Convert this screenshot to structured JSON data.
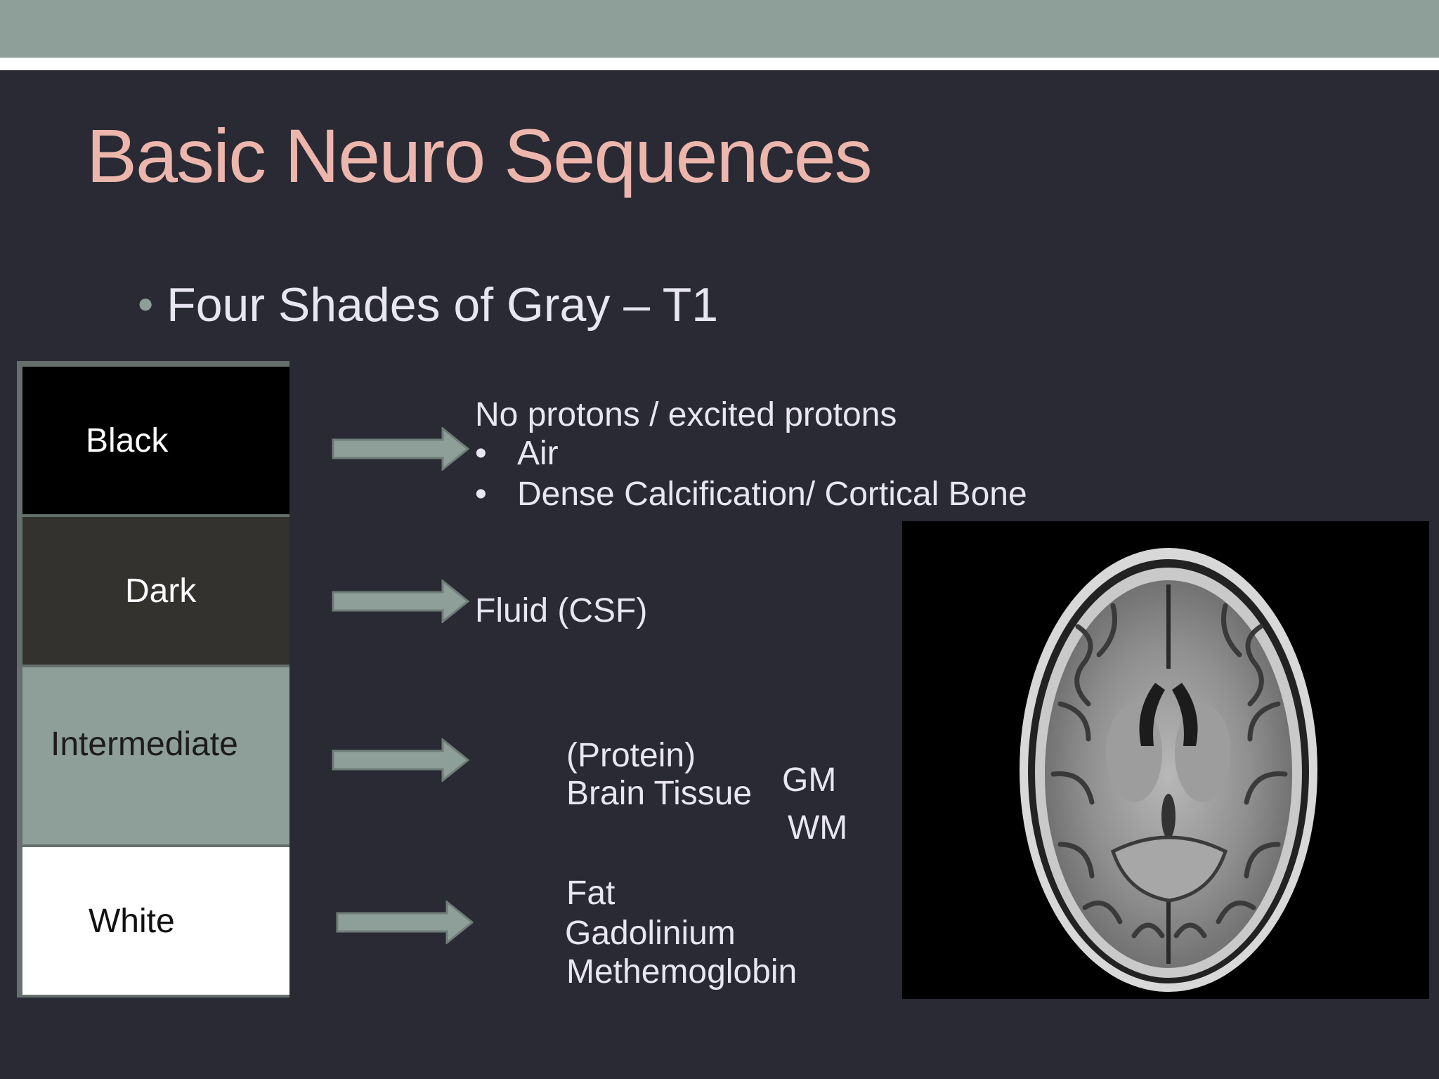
{
  "slide": {
    "title": "Basic Neuro Sequences",
    "bullet": "Four Shades of Gray – T1"
  },
  "shades": {
    "black": "Black",
    "dark": "Dark",
    "intermediate": "Intermediate",
    "white": "White"
  },
  "descriptions": {
    "black": {
      "heading": "No protons / excited protons",
      "items": [
        "Air",
        "Dense Calcification/ Cortical Bone"
      ],
      "bullet_symbol": "•"
    },
    "dark": {
      "text": "Fluid (CSF)"
    },
    "intermediate": {
      "line1": "(Protein)",
      "line2": "Brain Tissue",
      "gm": "GM",
      "wm": "WM"
    },
    "white": {
      "lines": [
        "Fat",
        "Gadolinium",
        "Methemoglobin"
      ]
    }
  },
  "colors": {
    "background": "#2a2a34",
    "top_band": "#8e9e98",
    "title": "#edb6ac",
    "arrow": "#8e9e98"
  },
  "image": {
    "icon": "axial-t1-mri-brain"
  }
}
